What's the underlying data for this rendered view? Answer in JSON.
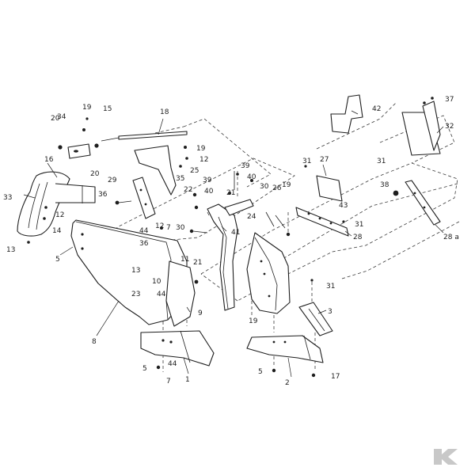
{
  "colors": {
    "line": "#1e1e1e",
    "background": "#ffffff",
    "logo": "#c8c8c8"
  },
  "logo": {
    "text": "K"
  },
  "callouts": [
    {
      "id": "c1",
      "label": "1"
    },
    {
      "id": "c2",
      "label": "2"
    },
    {
      "id": "c3",
      "label": "3"
    },
    {
      "id": "c5a",
      "label": "5"
    },
    {
      "id": "c5b",
      "label": "5"
    },
    {
      "id": "c5c",
      "label": "5"
    },
    {
      "id": "c7a",
      "label": "7"
    },
    {
      "id": "c7b",
      "label": "7"
    },
    {
      "id": "c8",
      "label": "8"
    },
    {
      "id": "c9",
      "label": "9"
    },
    {
      "id": "c10",
      "label": "10"
    },
    {
      "id": "c11",
      "label": "11"
    },
    {
      "id": "c12a",
      "label": "12"
    },
    {
      "id": "c12b",
      "label": "12"
    },
    {
      "id": "c12c",
      "label": "12"
    },
    {
      "id": "c13a",
      "label": "13"
    },
    {
      "id": "c13b",
      "label": "13"
    },
    {
      "id": "c14",
      "label": "14"
    },
    {
      "id": "c15",
      "label": "15"
    },
    {
      "id": "c16",
      "label": "16"
    },
    {
      "id": "c17",
      "label": "17"
    },
    {
      "id": "c18",
      "label": "18"
    },
    {
      "id": "c19a",
      "label": "19"
    },
    {
      "id": "c19b",
      "label": "19"
    },
    {
      "id": "c19c",
      "label": "19"
    },
    {
      "id": "c19d",
      "label": "19"
    },
    {
      "id": "c20a",
      "label": "20"
    },
    {
      "id": "c20b",
      "label": "20"
    },
    {
      "id": "c21a",
      "label": "21"
    },
    {
      "id": "c21b",
      "label": "21"
    },
    {
      "id": "c22",
      "label": "22"
    },
    {
      "id": "c23",
      "label": "23"
    },
    {
      "id": "c24",
      "label": "24"
    },
    {
      "id": "c25",
      "label": "25"
    },
    {
      "id": "c26",
      "label": "26"
    },
    {
      "id": "c27",
      "label": "27"
    },
    {
      "id": "c28",
      "label": "28"
    },
    {
      "id": "c28a",
      "label": "28 a"
    },
    {
      "id": "c29",
      "label": "29"
    },
    {
      "id": "c30a",
      "label": "30"
    },
    {
      "id": "c30b",
      "label": "30"
    },
    {
      "id": "c31a",
      "label": "31"
    },
    {
      "id": "c31b",
      "label": "31"
    },
    {
      "id": "c31c",
      "label": "31"
    },
    {
      "id": "c31d",
      "label": "31"
    },
    {
      "id": "c32",
      "label": "32"
    },
    {
      "id": "c33",
      "label": "33"
    },
    {
      "id": "c34",
      "label": "34"
    },
    {
      "id": "c35",
      "label": "35"
    },
    {
      "id": "c36a",
      "label": "36"
    },
    {
      "id": "c36b",
      "label": "36"
    },
    {
      "id": "c37",
      "label": "37"
    },
    {
      "id": "c38",
      "label": "38"
    },
    {
      "id": "c39a",
      "label": "39"
    },
    {
      "id": "c39b",
      "label": "39"
    },
    {
      "id": "c40a",
      "label": "40"
    },
    {
      "id": "c40b",
      "label": "40"
    },
    {
      "id": "c41",
      "label": "41"
    },
    {
      "id": "c42",
      "label": "42"
    },
    {
      "id": "c43",
      "label": "43"
    },
    {
      "id": "c44a",
      "label": "44"
    },
    {
      "id": "c44b",
      "label": "44"
    },
    {
      "id": "c44c",
      "label": "44"
    }
  ]
}
